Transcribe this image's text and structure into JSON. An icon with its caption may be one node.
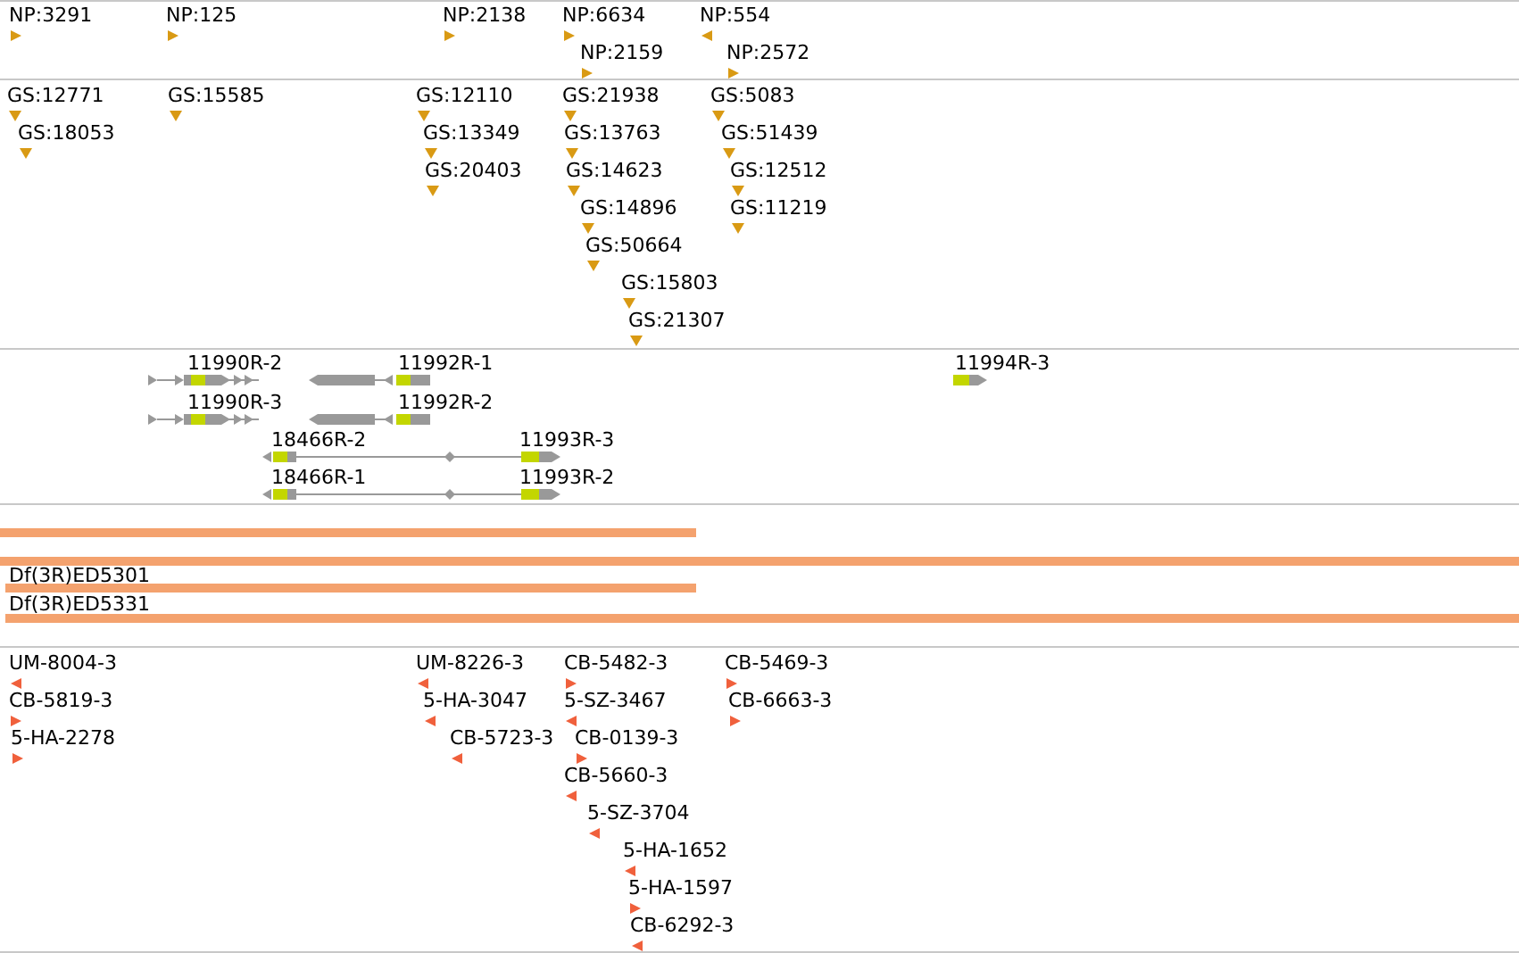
{
  "diagram": {
    "labels": [
      "NP:3291",
      "NP:125",
      "NP:2138",
      "NP:6634",
      "NP:554",
      "NP:2159",
      "NP:2572",
      "GS:12771",
      "GS:15585",
      "GS:12110",
      "GS:21938",
      "GS:5083",
      "GS:18053",
      "GS:13349",
      "GS:13763",
      "GS:51439",
      "GS:20403",
      "GS:14623",
      "GS:12512",
      "GS:14896",
      "GS:11219",
      "GS:50664",
      "GS:15803",
      "GS:21307",
      "11990R-2",
      "11992R-1",
      "11994R-3",
      "11990R-3",
      "11992R-2",
      "18466R-2",
      "11993R-3",
      "18466R-1",
      "11993R-2",
      "Df(3R)ED5301",
      "Df(3R)ED5331",
      "UM-8004-3",
      "UM-8226-3",
      "CB-5482-3",
      "CB-5469-3",
      "CB-5819-3",
      "5-HA-3047",
      "5-SZ-3467",
      "CB-6663-3",
      "5-HA-2278",
      "CB-5723-3",
      "CB-0139-3",
      "CB-5660-3",
      "5-SZ-3704",
      "5-HA-1652",
      "5-HA-1597",
      "CB-6292-3"
    ]
  }
}
